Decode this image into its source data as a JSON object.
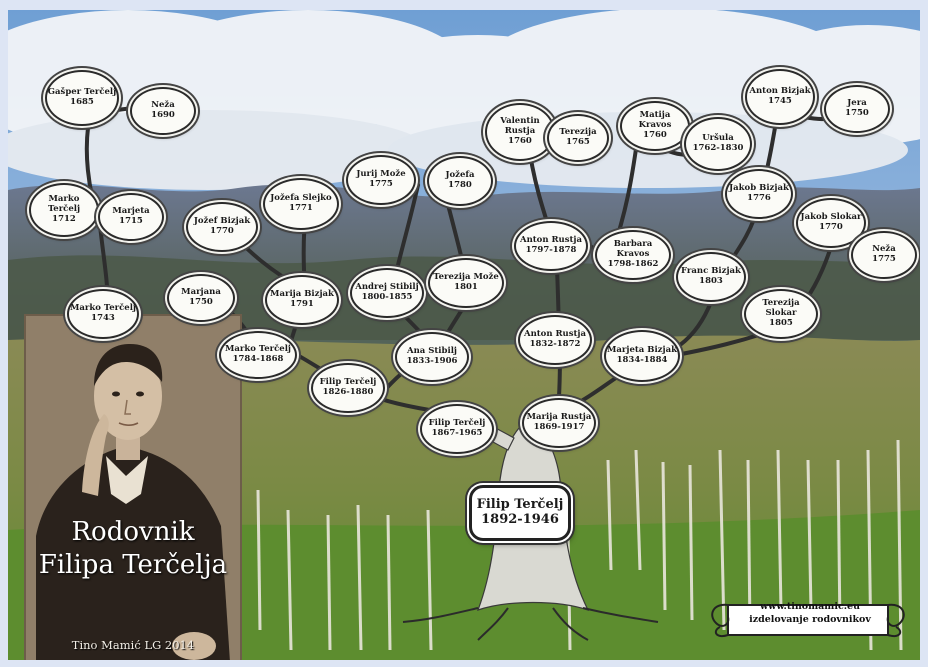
{
  "portrait": {
    "title_line1": "Rodovnik",
    "title_line2": "Filipa Terčelja",
    "credit": "Tino Mamić LG 2014"
  },
  "website": {
    "url": "www.tinomamic.eu",
    "tagline": "izdelovanje rodovnikov"
  },
  "root": {
    "name": "Filip Terčelj",
    "years": "1892-1946"
  },
  "people": [
    {
      "name": "Gašper Terčelj",
      "years": "1685"
    },
    {
      "name": "Neža",
      "years": "1690"
    },
    {
      "name": "Marko Terčelj",
      "years": "1712"
    },
    {
      "name": "Marjeta",
      "years": "1715"
    },
    {
      "name": "Marko Terčelj",
      "years": "1743"
    },
    {
      "name": "Marjana",
      "years": "1750"
    },
    {
      "name": "Marko Terčelj",
      "years": "1784-1868"
    },
    {
      "name": "Jožef Bizjak",
      "years": "1770"
    },
    {
      "name": "Jožefa Slejko",
      "years": "1771"
    },
    {
      "name": "Marija Bizjak",
      "years": "1791"
    },
    {
      "name": "Filip Terčelj",
      "years": "1826-1880"
    },
    {
      "name": "Jurij Može",
      "years": "1775"
    },
    {
      "name": "Jožefa",
      "years": "1780"
    },
    {
      "name": "Andrej Stibilj",
      "years": "1800-1855"
    },
    {
      "name": "Terezija Može",
      "years": "1801"
    },
    {
      "name": "Ana Stibilj",
      "years": "1833-1906"
    },
    {
      "name": "Filip Terčelj",
      "years": "1867-1965"
    },
    {
      "name": "Valentin Rustja",
      "years": "1760"
    },
    {
      "name": "Terezija",
      "years": "1765"
    },
    {
      "name": "Anton Rustja",
      "years": "1797-1878"
    },
    {
      "name": "Matija Kravos",
      "years": "1760"
    },
    {
      "name": "Uršula",
      "years": "1762-1830"
    },
    {
      "name": "Barbara Kravos",
      "years": "1798-1862"
    },
    {
      "name": "Anton Rustja",
      "years": "1832-1872"
    },
    {
      "name": "Marija Rustja",
      "years": "1869-1917"
    },
    {
      "name": "Anton Bizjak",
      "years": "1745"
    },
    {
      "name": "Jera",
      "years": "1750"
    },
    {
      "name": "Jakob Bizjak",
      "years": "1776"
    },
    {
      "name": "Franc Bizjak",
      "years": "1803"
    },
    {
      "name": "Jakob Slokar",
      "years": "1770"
    },
    {
      "name": "Neža",
      "years": "1775"
    },
    {
      "name": "Terezija Slokar",
      "years": "1805"
    },
    {
      "name": "Marjeta Bizjak",
      "years": "1834-1884"
    }
  ],
  "colors": {
    "sky": "#7fa8d6",
    "cloud": "#f2f4f7",
    "hills": "#5b6678",
    "vineyard": "#7d8a3e",
    "grass": "#6f9a3a",
    "trunk": "#d8d8d2",
    "node_fill": "#fbfbf7",
    "node_border": "#2a2a2a"
  }
}
